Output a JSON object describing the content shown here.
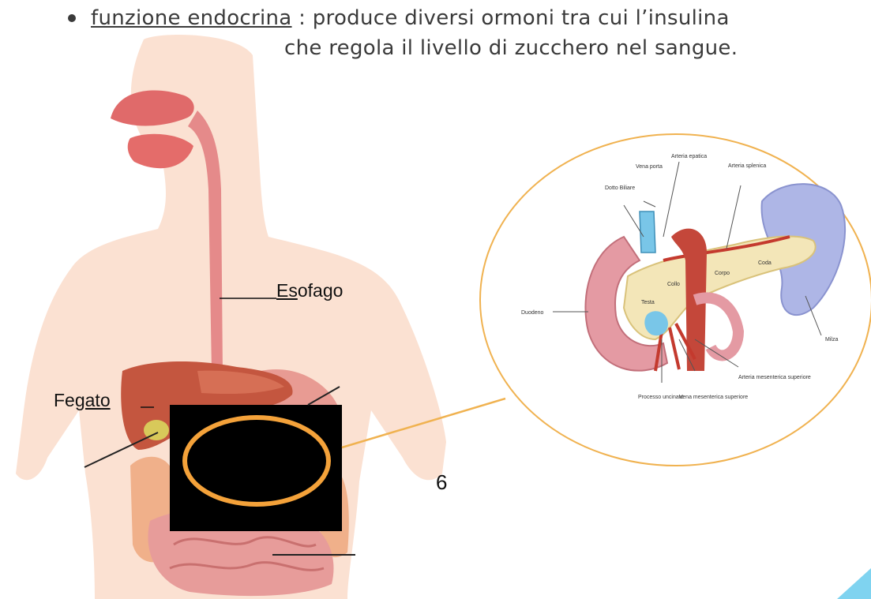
{
  "bullet": {
    "term": "funzione endocrina",
    "line1_rest": " : produce diversi ormoni tra cui l’insulina",
    "line2": "che regola  il livello di zucchero nel sangue."
  },
  "labels": {
    "esofago_pre": "Es",
    "esofago_post": "ofago",
    "fegato_pre": "Fe",
    "fegato_post": "gato"
  },
  "page_number": "6",
  "inset_labels": {
    "vena_porta": "Vena porta",
    "arteria_epatica": "Arteria epatica",
    "arteria_splenica": "Arteria splenica",
    "dotto_biliare": "Dotto Biliare",
    "coda": "Coda",
    "corpo": "Corpo",
    "collo": "Collo",
    "testa": "Testa",
    "duodeno": "Duodeno",
    "milza": "Milza",
    "processo_uncinato": "Processo uncinato",
    "vena_mesenterica": "Vena mesenterica superiore",
    "arteria_mesenterica": "Arteria mesenterica superiore"
  },
  "colors": {
    "body_silhouette": "#fbe1d2",
    "esophagus": "#e58a8a",
    "liver": "#c4563f",
    "stomach": "#e89b93",
    "intestine": "#e79c9a",
    "large_intestine": "#f0b08a",
    "highlight_ring": "#f4a23a",
    "mask": "#000000",
    "pancreas": "#f3e6b8",
    "spleen": "#aeb6e6",
    "duodenum": "#e49aa3",
    "corner_accent": "#7fd3f0"
  }
}
